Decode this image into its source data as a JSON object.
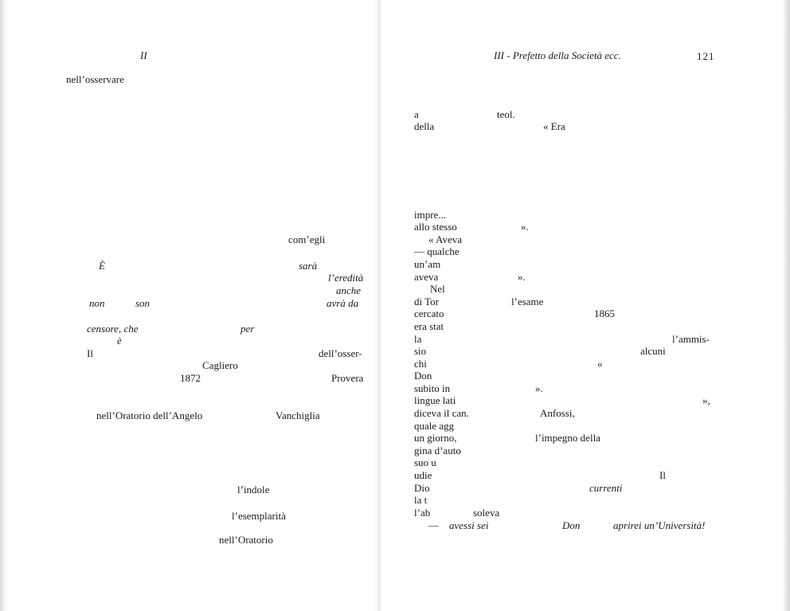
{
  "left_page": {
    "running_head": "II",
    "fragments": {
      "f1": "nell’osservare",
      "f2": "com’egli",
      "f3": "È",
      "f4": "sarà",
      "f5": "l’eredità",
      "f6": "anche",
      "f7": "non",
      "f8": "son",
      "f9": "avrà da",
      "f10": "censore, che",
      "f11": "per",
      "f12": "è",
      "f13": "Il",
      "f14": "dell’osser-",
      "f15": "Cagliero",
      "f16": "1872",
      "f17": "Provera",
      "f18": "nell’Oratorio dell’Angelo",
      "f19": "Vanchiglia",
      "f20": "l’indole",
      "f21": "l’esemplarità",
      "f22": "nell’Oratorio"
    }
  },
  "right_page": {
    "running_head": "III - Prefetto della Società ecc.",
    "page_number": "121",
    "fragments": {
      "r1": "a",
      "r2": "teol.",
      "r3": "della",
      "r4": "« Era",
      "r5": "impre...",
      "r6": "allo stesso",
      "r7": "».",
      "r8": "« Aveva",
      "r9": "— qualche",
      "r10": "un’am",
      "r11": "aveva",
      "r12": "».",
      "r13": "Nel",
      "r14": "di Tor",
      "r15": "l’esame",
      "r16": "cercato",
      "r17": "1865",
      "r18": "era stat",
      "r19": "la",
      "r20": "l’ammis-",
      "r21": "sio",
      "r22": "alcuni",
      "r23": "chi",
      "r24": "«",
      "r25": "Don",
      "r26": "subito in",
      "r27": "».",
      "r28": "lingue lati",
      "r29": "»,",
      "r30": "diceva il can.",
      "r31": "Anfossi,",
      "r32": "quale agg",
      "r33": "un giorno,",
      "r34": "l’impegno della",
      "r35": "gina d’auto",
      "r36": "suo u",
      "r37": "udie",
      "r38": "Il",
      "r39": "Dio",
      "r40": "currenti",
      "r41": "la t",
      "r42": "l’ab",
      "r43": "soleva",
      "r44": "—",
      "r45": "avessi sei",
      "r46": "Don",
      "r47": "aprirei un’Università!"
    }
  }
}
